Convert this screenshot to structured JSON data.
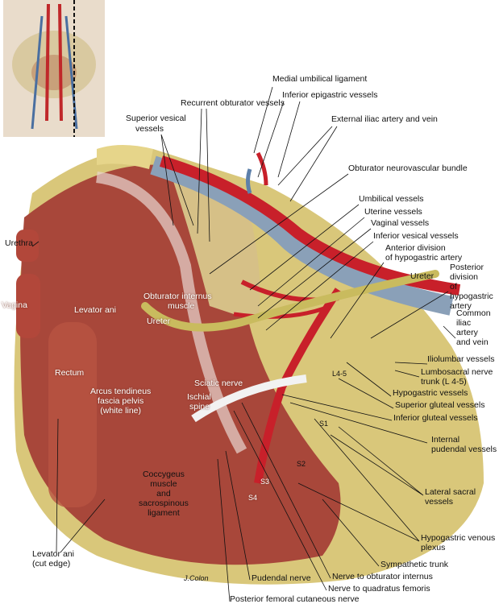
{
  "labels": {
    "medial_umbilical_ligament": "Medial umbilical ligament",
    "inferior_epigastric_vessels": "Inferior epigastric vessels",
    "recurrent_obturator_vessels": "Recurrent obturator vessels",
    "superior_vesical_vessels_1": "Superior vesical",
    "superior_vesical_vessels_2": "vessels",
    "external_iliac": "External iliac artery and vein",
    "obturator_nv_bundle": "Obturator neurovascular bundle",
    "umbilical_vessels": "Umbilical vessels",
    "uterine_vessels": "Uterine vessels",
    "vaginal_vessels": "Vaginal vessels",
    "inferior_vesical_vessels": "Inferior vesical vessels",
    "anterior_division_1": "Anterior division",
    "anterior_division_2": "of hypogastric artery",
    "ureter_right": "Ureter",
    "posterior_division": [
      "Posterior",
      "division",
      "of",
      "hypogastric",
      "artery"
    ],
    "common_iliac": [
      "Common",
      "iliac",
      "artery",
      "and vein"
    ],
    "iliolumbar_vessels": "Iliolumbar vessels",
    "lumbosacral_1": "Lumbosacral nerve",
    "lumbosacral_2": "trunk (L 4-5)",
    "hypogastric_vessels": "Hypogastric vessels",
    "superior_gluteal": "Superior gluteal vessels",
    "inferior_gluteal": "Inferior gluteal vessels",
    "internal_pudendal_1": "Internal",
    "internal_pudendal_2": "pudendal vessels",
    "lateral_sacral_1": "Lateral sacral",
    "lateral_sacral_2": "vessels",
    "hypogastric_venous_1": "Hypogastric venous",
    "hypogastric_venous_2": "plexus",
    "sympathetic_trunk": "Sympathetic trunk",
    "nerve_obturator_internus": "Nerve to obturator internus",
    "nerve_quadratus": "Nerve to quadratus femoris",
    "pudendal_nerve": "Pudendal nerve",
    "posterior_femoral": "Posterior femoral cutaneous nerve",
    "urethra": "Urethra",
    "vagina": "Vagina",
    "levator_ani": "Levator ani",
    "rectum": "Rectum",
    "levator_cut_1": "Levator ani",
    "levator_cut_2": "(cut edge)",
    "obturator_internus_1": "Obturator internus",
    "obturator_internus_2": "muscle",
    "ureter_left": "Ureter",
    "arcus": [
      "Arcus tendineus",
      "fascia pelvis",
      "(white line)"
    ],
    "sciatic_nerve": "Sciatic nerve",
    "ischial_spine_1": "Ischial",
    "ischial_spine_2": "spine",
    "coccygeus": [
      "Coccygeus",
      "muscle",
      "and",
      "sacrospinous",
      "ligament"
    ],
    "l45": "L4-5",
    "s1": "S1",
    "s2": "S2",
    "s3": "S3",
    "s4": "S4",
    "signature": "J.Colon"
  }
}
